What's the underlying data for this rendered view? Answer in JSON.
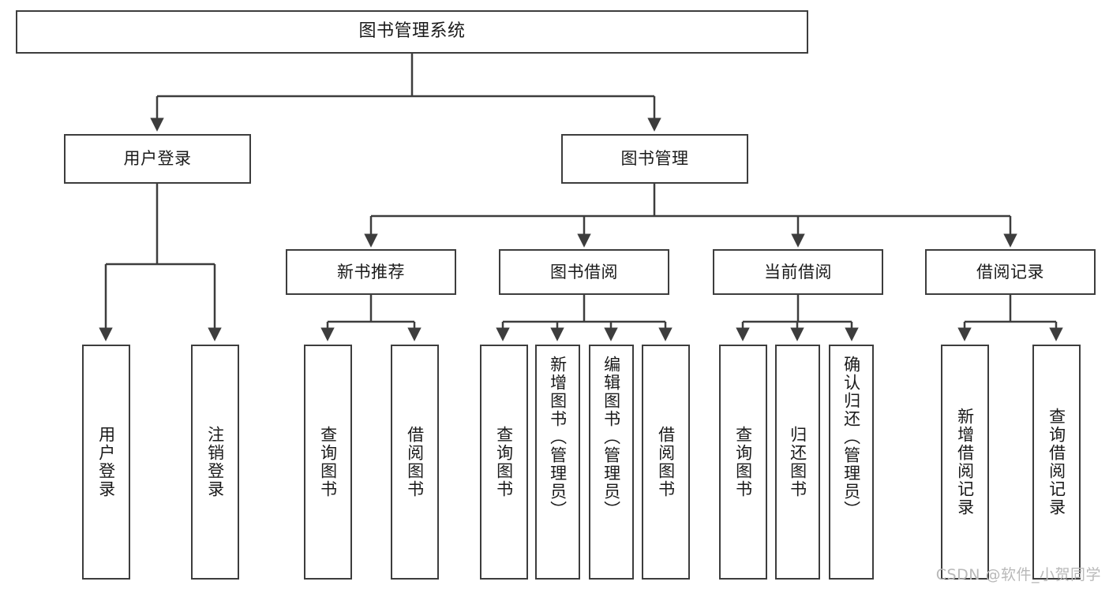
{
  "diagram": {
    "type": "tree-flowchart",
    "title": "图书管理系统",
    "watermark": "CSDN @软件_小贺同学",
    "colors": {
      "box_border": "#3d3d3d",
      "box_fill": "#ffffff",
      "connector": "#3d3d3d",
      "text": "#1a1a1a",
      "watermark": "#b9b9b9",
      "page_background": "#ffffff"
    },
    "nodes": {
      "root": {
        "label": "图书管理系统"
      },
      "level2": [
        {
          "id": "user-login",
          "label": "用户登录"
        },
        {
          "id": "book-management",
          "label": "图书管理"
        }
      ],
      "level3": [
        {
          "id": "new-book-recommend",
          "label": "新书推荐"
        },
        {
          "id": "book-borrow",
          "label": "图书借阅"
        },
        {
          "id": "current-borrow",
          "label": "当前借阅"
        },
        {
          "id": "borrow-record",
          "label": "借阅记录"
        }
      ],
      "leaves": {
        "user_login": [
          {
            "id": "leaf-user-login",
            "label": "用户登录"
          },
          {
            "id": "leaf-logout-login",
            "label": "注销登录"
          }
        ],
        "new_book_recommend": [
          {
            "id": "leaf-query-book-1",
            "label": "查询图书"
          },
          {
            "id": "leaf-borrow-book-1",
            "label": "借阅图书"
          }
        ],
        "book_borrow": [
          {
            "id": "leaf-query-book-2",
            "label": "查询图书"
          },
          {
            "id": "leaf-add-book-admin",
            "label": "新增图书（管理员）"
          },
          {
            "id": "leaf-edit-book-admin",
            "label": "编辑图书（管理员）"
          },
          {
            "id": "leaf-borrow-book-2",
            "label": "借阅图书"
          }
        ],
        "current_borrow": [
          {
            "id": "leaf-query-book-3",
            "label": "查询图书"
          },
          {
            "id": "leaf-return-book",
            "label": "归还图书"
          },
          {
            "id": "leaf-confirm-return-admin",
            "label": "确认归还（管理员）"
          }
        ],
        "borrow_record": [
          {
            "id": "leaf-add-borrow-record",
            "label": "新增借阅记录"
          },
          {
            "id": "leaf-query-borrow-record",
            "label": "查询借阅记录"
          }
        ]
      }
    }
  }
}
